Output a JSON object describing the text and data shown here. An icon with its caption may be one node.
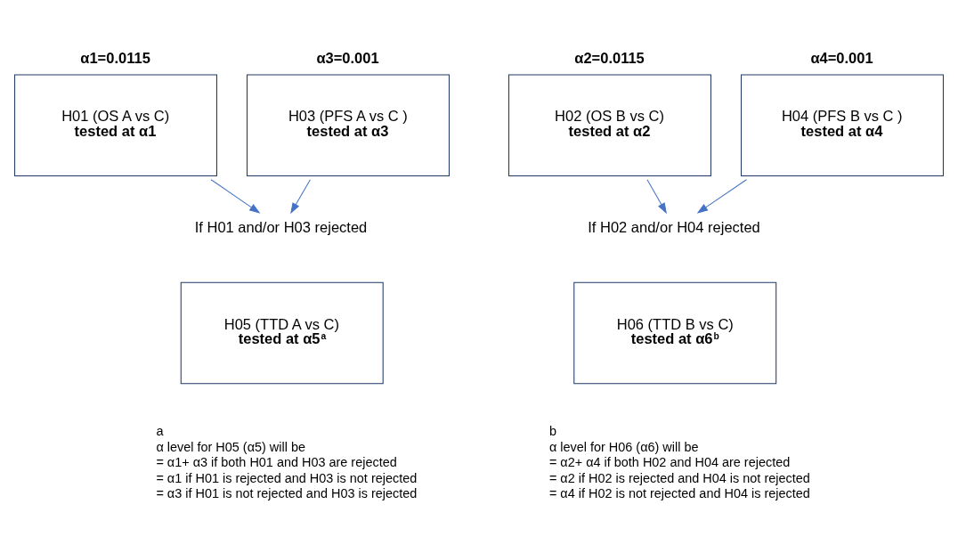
{
  "diagram": {
    "nodes": [
      {
        "text": [
          "H01 (OS A vs C)",
          "tested at α1"
        ],
        "beside": [
          "α1=0.0115"
        ]
      },
      {
        "text": [
          "H03 (PFS A vs C )",
          "tested at α3"
        ],
        "beside": [
          "α3=0.001"
        ]
      },
      {
        "text": [
          "H02 (OS B vs C)",
          "tested at α2"
        ],
        "beside": [
          "α2=0.0115"
        ]
      },
      {
        "text": [
          "H04 (PFS B vs C )",
          "tested at α4"
        ],
        "beside": [
          "α4=0.001"
        ]
      },
      {
        "text": [
          "If H01 and/or H03 rejected"
        ]
      },
      {
        "text": [
          "If H02 and/or H04 rejected"
        ]
      },
      {
        "text": [
          "H05 (TTD A vs C)",
          "tested at α5$^{a}$"
        ]
      },
      {
        "text": [
          "H06 (TTD B vs C)",
          "tested at α6$^{b}$"
        ]
      }
    ],
    "edges": [
      {
        "from": 0,
        "to": 4,
        "arrow": "to"
      },
      {
        "from": 1,
        "to": 4,
        "arrow": "to"
      },
      {
        "from": 2,
        "to": 5,
        "arrow": "to"
      },
      {
        "from": 3,
        "to": 5,
        "arrow": "to"
      }
    ],
    "labels": [
      "a",
      "α level for H05 (α5) will be",
      "= α1+ α3 if both H01 and H03 are rejected",
      "= α1 if H01 is rejected and H03 is not rejected",
      "= α3 if H01 is not rejected and H03 is rejected",
      "b",
      "α level for H06 (α6) will be",
      "= α2+ α4 if both H02 and H04 are rejected",
      "= α2 if H02 is rejected and H04 is not rejected",
      "= α4 if H02 is not rejected and H04 is rejected"
    ]
  }
}
